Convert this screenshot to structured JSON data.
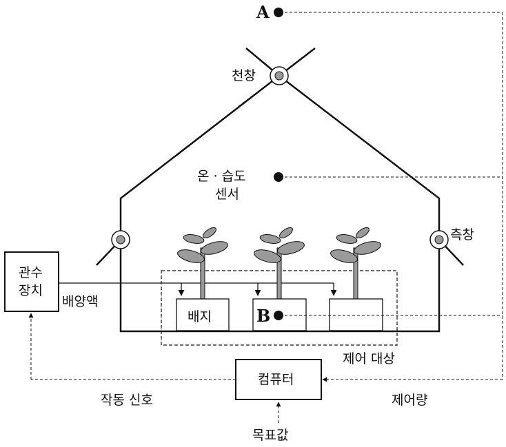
{
  "labels": {
    "point_a": "A",
    "point_b": "B",
    "roof_window": "천창",
    "sensor_line1": "온 · 습도",
    "sensor_line2": "센서",
    "side_window": "측창",
    "irrigation_line1": "관수",
    "irrigation_line2": "장치",
    "nutrient_solution": "배양액",
    "medium": "배지",
    "control_target": "제어 대상",
    "computer": "컴퓨터",
    "operation_signal": "작동 신호",
    "control_amount": "제어량",
    "target_value": "목표값"
  }
}
